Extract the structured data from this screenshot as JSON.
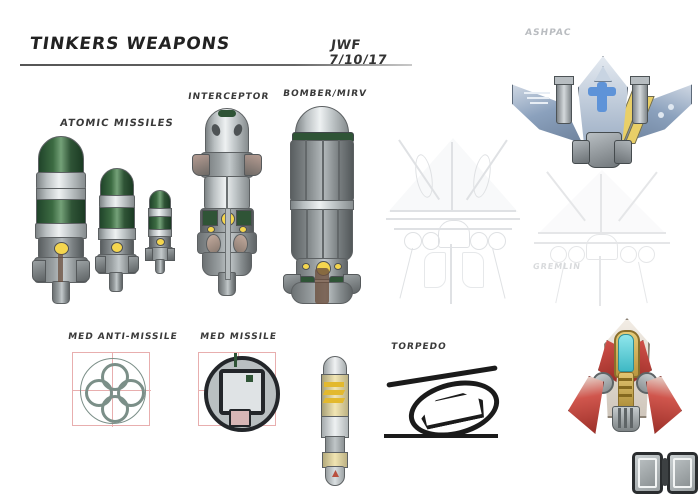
{
  "sheet": {
    "title": "Tinkers Weapons",
    "title_caps": "TINKERS WEAPONS",
    "credit": "JWF 7/10/17",
    "background_color": "#ffffff",
    "ink_color": "#2b2b2b"
  },
  "labels": {
    "atomic_missiles": "ATOMIC MISSILES",
    "interceptor": "INTERCEPTOR",
    "bomber_mirv": "BOMBER/MIRV",
    "med_anti_missile": "MED ANTI-MISSILE",
    "med_missile": "MED MISSILE",
    "torpedo": "TORPEDO",
    "ashpac": "ASHPAC",
    "gremlin": "GREMLIN"
  },
  "palette": {
    "warhead_green": "#2f5436",
    "highlight_green": "#74a178",
    "steel_light": "#eef1f2",
    "steel_mid": "#9aa0a2",
    "steel_dark": "#5d6163",
    "lamp_yellow": "#f5d64e",
    "hazard_yellow": "#e8c24a",
    "ashpac_blue": "#8fa7c4",
    "ashpac_pale": "#cfd8e4",
    "cockpit_blue": "#6d9ad6",
    "red_ship_red": "#c0392b",
    "red_ship_gold": "#d4af58",
    "crystal_cyan": "#63d2d8",
    "pencil_grey": "#c6cace",
    "icon_box_pink": "#e8aeae",
    "torpedo_black": "#1b1b1b"
  },
  "groups": [
    {
      "name": "atomic-missiles",
      "label": "ATOMIC MISSILES",
      "count": 3,
      "items": [
        {
          "name": "atomic-missile-large",
          "size": "large",
          "scale": 1.0
        },
        {
          "name": "atomic-missile-medium",
          "size": "medium",
          "scale": 0.72
        },
        {
          "name": "atomic-missile-small",
          "size": "small",
          "scale": 0.47
        }
      ]
    },
    {
      "name": "interceptor",
      "label": "INTERCEPTOR",
      "count": 1
    },
    {
      "name": "bomber-mirv",
      "label": "BOMBER/MIRV",
      "count": 1
    },
    {
      "name": "med-anti-missile",
      "label": "MED ANTI-MISSILE",
      "icon": "four-circle-cluster"
    },
    {
      "name": "med-missile",
      "label": "MED MISSILE",
      "icon": "square-in-circle"
    },
    {
      "name": "torpedo",
      "label": "TORPEDO",
      "icon": "ink-ellipse-sketch"
    },
    {
      "name": "ashpac",
      "label": "ASHPAC",
      "type": "ship"
    },
    {
      "name": "gremlin",
      "label": "GREMLIN",
      "type": "ship-ghost"
    }
  ]
}
